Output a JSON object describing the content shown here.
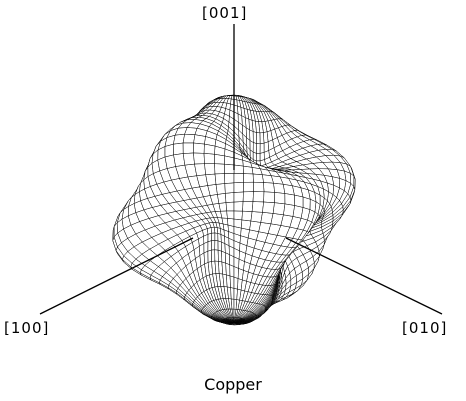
{
  "axes": {
    "z": "[001]",
    "x": "[100]",
    "y": "[010]"
  },
  "caption": "Copper",
  "colors": {
    "line": "#000000",
    "background": "#ffffff"
  }
}
